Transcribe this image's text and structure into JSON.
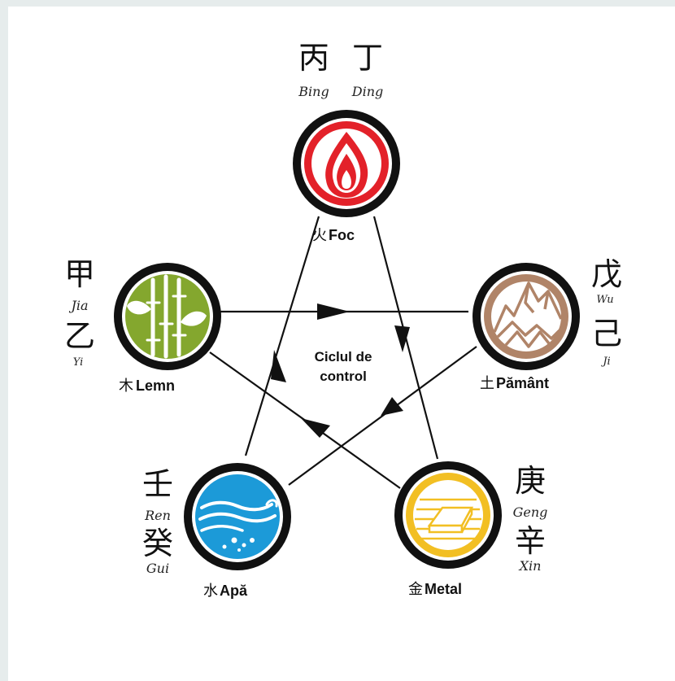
{
  "center": {
    "line1": "Ciclul de",
    "line2": "control"
  },
  "colors": {
    "fire": "#e32129",
    "wood": "#84a72e",
    "earth": "#b08468",
    "metal": "#f2bf23",
    "water": "#1c9ad8",
    "ring": "#111111"
  },
  "elements": {
    "fire": {
      "char": "火",
      "name": "Foc",
      "icon": "flame-icon"
    },
    "wood": {
      "char": "木",
      "name": "Lemn",
      "icon": "bamboo-leaves-icon"
    },
    "earth": {
      "char": "土",
      "name": "Pământ",
      "icon": "mountain-icon"
    },
    "metal": {
      "char": "金",
      "name": "Metal",
      "icon": "gold-ingot-icon"
    },
    "water": {
      "char": "水",
      "name": "Apă",
      "icon": "wave-icon"
    }
  },
  "stems": {
    "bing": {
      "char": "丙",
      "pinyin": "Bing"
    },
    "ding": {
      "char": "丁",
      "pinyin": "Ding"
    },
    "jia": {
      "char": "甲",
      "pinyin": "Jia"
    },
    "yi": {
      "char": "乙",
      "pinyin": "Yi"
    },
    "wu": {
      "char": "戊",
      "pinyin": "Wu"
    },
    "ji": {
      "char": "己",
      "pinyin": "Ji"
    },
    "geng": {
      "char": "庚",
      "pinyin": "Geng"
    },
    "xin": {
      "char": "辛",
      "pinyin": "Xin"
    },
    "ren": {
      "char": "壬",
      "pinyin": "Ren"
    },
    "gui": {
      "char": "癸",
      "pinyin": "Gui"
    }
  }
}
